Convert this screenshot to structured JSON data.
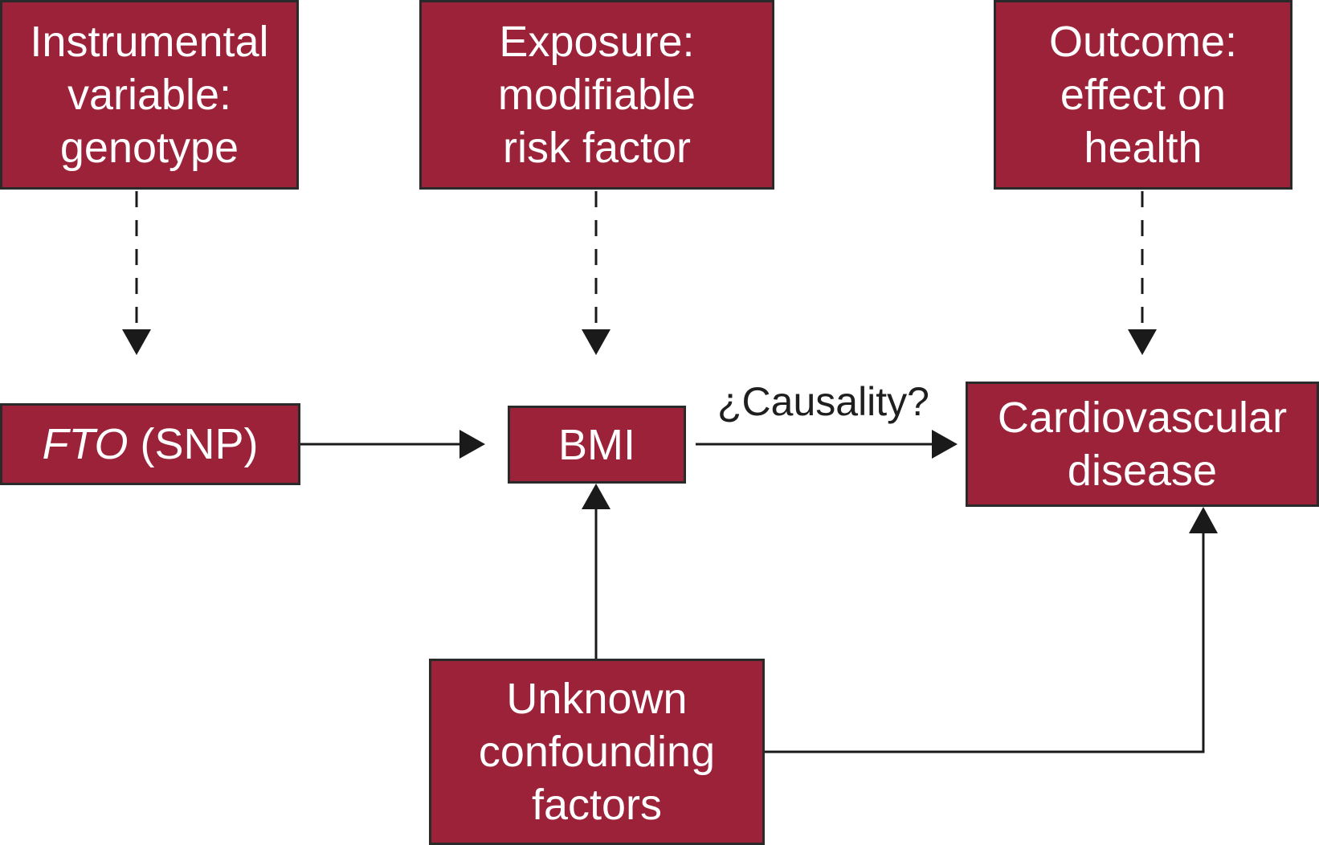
{
  "diagram": {
    "nodes": {
      "instrumental_variable": {
        "lines": [
          "Instrumental",
          "variable:",
          "genotype"
        ]
      },
      "exposure": {
        "lines": [
          "Exposure:",
          "modifiable",
          "risk factor"
        ]
      },
      "outcome": {
        "lines": [
          "Outcome:",
          "effect on",
          "health"
        ]
      },
      "fto": {
        "gene": "FTO",
        "suffix": " (SNP)"
      },
      "bmi": {
        "label": "BMI"
      },
      "cardiovascular": {
        "lines": [
          "Cardiovascular",
          "disease"
        ]
      },
      "confounders": {
        "lines": [
          "Unknown",
          "confounding",
          "factors"
        ]
      }
    },
    "edges": [
      {
        "from": "instrumental_variable",
        "to": "fto",
        "style": "dashed"
      },
      {
        "from": "exposure",
        "to": "bmi",
        "style": "dashed"
      },
      {
        "from": "outcome",
        "to": "cardiovascular",
        "style": "dashed"
      },
      {
        "from": "fto",
        "to": "bmi",
        "style": "solid"
      },
      {
        "from": "bmi",
        "to": "cardiovascular",
        "style": "solid",
        "label": "¿Causality?"
      },
      {
        "from": "confounders",
        "to": "bmi",
        "style": "solid"
      },
      {
        "from": "confounders",
        "to": "cardiovascular",
        "style": "solid"
      }
    ],
    "colors": {
      "box_fill": "#9b2238",
      "box_border": "#2a2a2a",
      "box_text": "#ffffff",
      "arrow": "#1a1a1a"
    }
  }
}
